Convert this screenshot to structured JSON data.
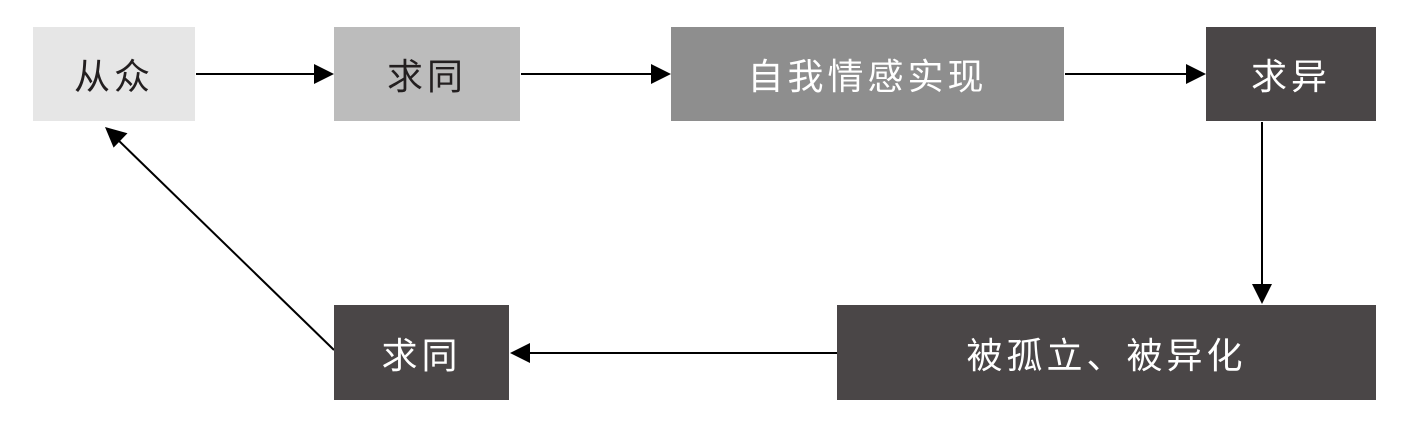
{
  "nodes": [
    {
      "id": "conform",
      "label": "从众",
      "fill": "#e6e6e6",
      "text_color": "#231f20"
    },
    {
      "id": "seek_same",
      "label": "求同",
      "fill": "#bcbcbc",
      "text_color": "#231f20"
    },
    {
      "id": "self",
      "label": "自我情感实现",
      "fill": "#8e8e8e",
      "text_color": "#ffffff"
    },
    {
      "id": "seek_diff",
      "label": "求异",
      "fill": "#4a4647",
      "text_color": "#ffffff"
    },
    {
      "id": "isolated",
      "label": "被孤立、被异化",
      "fill": "#4a4647",
      "text_color": "#ffffff"
    },
    {
      "id": "seek_same_2",
      "label": "求同",
      "fill": "#4a4647",
      "text_color": "#ffffff"
    }
  ],
  "edges": [
    {
      "from": "conform",
      "to": "seek_same"
    },
    {
      "from": "seek_same",
      "to": "self"
    },
    {
      "from": "self",
      "to": "seek_diff"
    },
    {
      "from": "seek_diff",
      "to": "isolated"
    },
    {
      "from": "isolated",
      "to": "seek_same_2"
    },
    {
      "from": "seek_same_2",
      "to": "conform"
    }
  ],
  "edge_color": "#000000"
}
